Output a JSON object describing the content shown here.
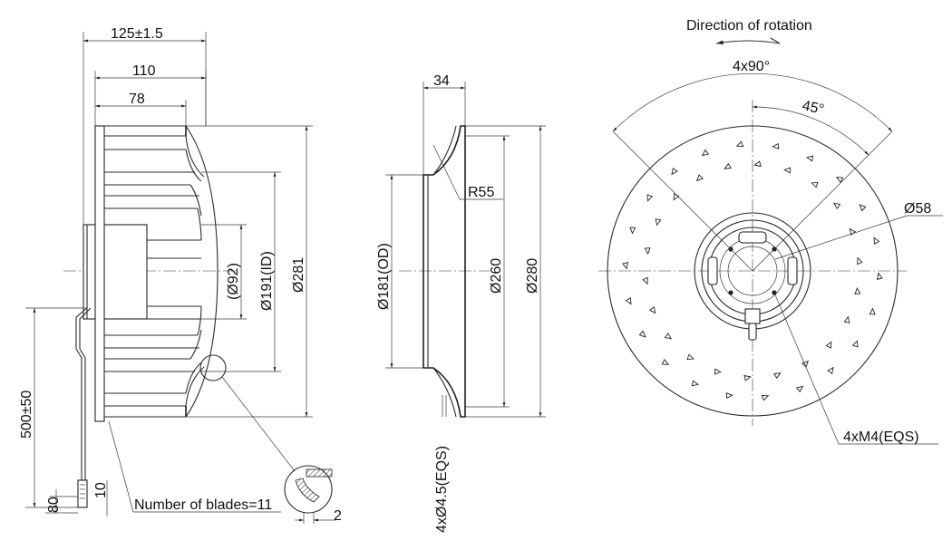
{
  "labels": {
    "overall_width": "125±1.5",
    "width_110": "110",
    "width_78": "78",
    "hub_dia": "(Ø92)",
    "inner_dia": "Ø191(ID)",
    "outer_dia": "Ø281",
    "cable_length": "500±50",
    "cable_80": "80",
    "cable_10": "10",
    "blades": "Number of blades=11",
    "detail_2": "2",
    "ring_depth": "34",
    "ring_radius": "R55",
    "ring_od": "Ø181(OD)",
    "ring_260": "Ø260",
    "ring_280": "Ø280",
    "ring_holes": "4xØ4.5(EQS)",
    "rotation": "Direction of rotation",
    "angle_4x90": "4x90°",
    "angle_45": "45°",
    "hub_58": "Ø58",
    "threads": "4xM4(EQS)"
  }
}
